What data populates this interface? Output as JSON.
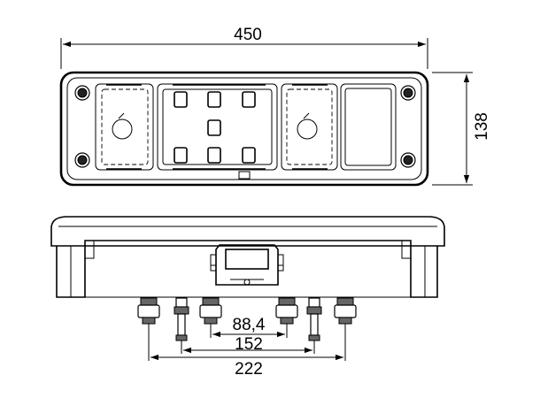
{
  "dimensions": {
    "overall_width": "450",
    "height": "138",
    "connector_spacing_inner": "88,4",
    "connector_spacing_middle": "152",
    "connector_spacing_outer": "222"
  },
  "colors": {
    "line": "#000000",
    "background": "#ffffff"
  }
}
